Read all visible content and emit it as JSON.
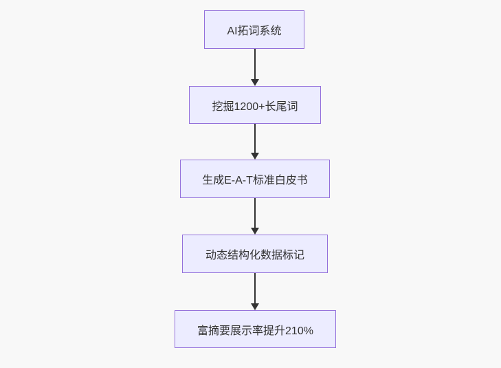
{
  "theme": {
    "background": "#f8f8f8",
    "node_fill": "#ECECFF",
    "node_border": "#9370DB",
    "text_color": "#333333",
    "arrow_color": "#333333"
  },
  "flowchart": {
    "direction": "top-down",
    "nodes": [
      {
        "id": "node-1",
        "label": "AI拓词系统"
      },
      {
        "id": "node-2",
        "label": "挖掘1200+长尾词"
      },
      {
        "id": "node-3",
        "label": "生成E-A-T标准白皮书"
      },
      {
        "id": "node-4",
        "label": "动态结构化数据标记"
      },
      {
        "id": "node-5",
        "label": "富摘要展示率提升210%"
      }
    ],
    "edges": [
      {
        "from": "node-1",
        "to": "node-2"
      },
      {
        "from": "node-2",
        "to": "node-3"
      },
      {
        "from": "node-3",
        "to": "node-4"
      },
      {
        "from": "node-4",
        "to": "node-5"
      }
    ]
  }
}
